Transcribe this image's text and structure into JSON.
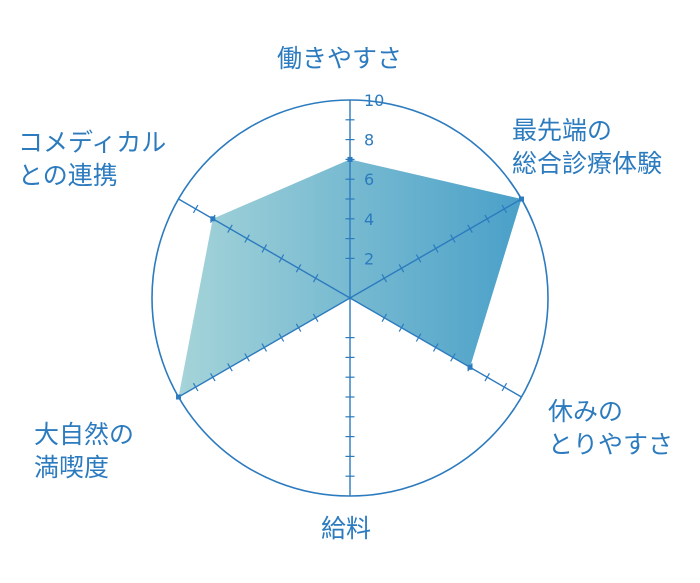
{
  "chart_data": {
    "type": "radar",
    "axes": [
      {
        "label": "働きやすさ",
        "value": 7
      },
      {
        "label": "最先端の\n総合診療体験",
        "value": 10
      },
      {
        "label": "休みの\nとりやすさ",
        "value": 7
      },
      {
        "label": "給料",
        "value": 0
      },
      {
        "label": "大自然の\n満喫度",
        "value": 10
      },
      {
        "label": "コメディカル\nとの連携",
        "value": 8
      }
    ],
    "range": [
      0,
      10
    ],
    "tick_labels": [
      "2",
      "4",
      "6",
      "8",
      "10"
    ],
    "tick_step": 1,
    "colors": {
      "axis": "#2c7bbf",
      "fill_start": "#a5d4d9",
      "fill_end": "#4aa0c9",
      "label": "#2c7bbf"
    }
  }
}
